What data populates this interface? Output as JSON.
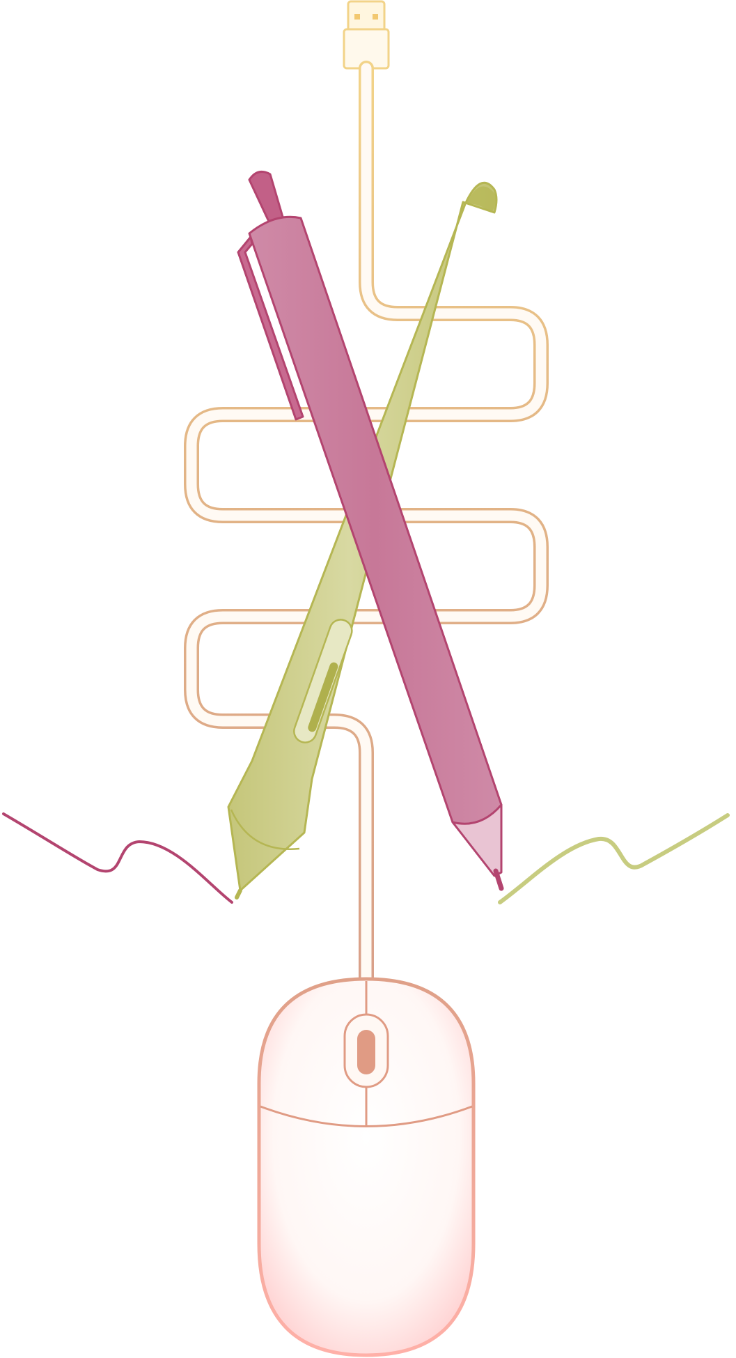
{
  "illustration": {
    "background": "#ffffff",
    "components": [
      {
        "name": "usb-connector",
        "color": "#f2d388"
      },
      {
        "name": "cable",
        "colors": [
          "#f0d090",
          "#e2b486",
          "#d9a089"
        ]
      },
      {
        "name": "stylus",
        "colors": [
          "#d6d79e",
          "#b5b653"
        ]
      },
      {
        "name": "ballpoint-pen",
        "colors": [
          "#c97b9c",
          "#b3446f"
        ]
      },
      {
        "name": "computer-mouse",
        "colors": [
          "#e09b84",
          "#ffc0c0"
        ]
      },
      {
        "name": "ink-scribble-left",
        "color": "#b3446f"
      },
      {
        "name": "ink-scribble-right",
        "color": "#c7cc80"
      }
    ]
  }
}
